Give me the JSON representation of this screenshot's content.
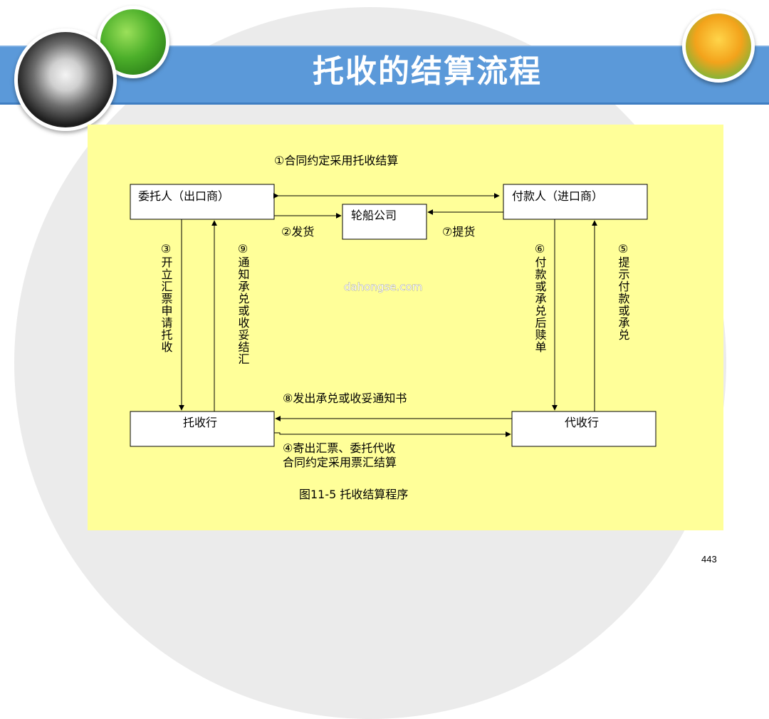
{
  "title": "托收的结算流程",
  "page_number": "443",
  "watermark": "dahongse.com",
  "diagram": {
    "nodes": {
      "consignor": "委托人（出口商）",
      "payer": "付款人（进口商）",
      "shipping": "轮船公司",
      "remitting_bank": "托收行",
      "collecting_bank": "代收行"
    },
    "steps": {
      "s1": "①合同约定采用托收结算",
      "s2": "②发货",
      "s3": "③开立汇票申请托收",
      "s4_line1": "④寄出汇票、委托代收",
      "s4_line2": "合同约定采用票汇结算",
      "s5": "⑤提示付款或承兑",
      "s6": "⑥付款或承兑后赎单",
      "s7": "⑦提货",
      "s8": "⑧发出承兑或收妥通知书",
      "s9": "⑨通知承兑或收妥结汇"
    },
    "caption": "图11-5  托收结算程序"
  }
}
